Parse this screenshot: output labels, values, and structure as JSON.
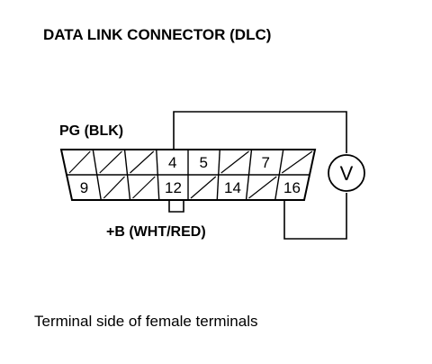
{
  "title": "DATA LINK CONNECTOR (DLC)",
  "labels": {
    "pg": "PG (BLK)",
    "plus_b": "+B (WHT/RED)",
    "caption": "Terminal side of female terminals"
  },
  "meter_symbol": "V",
  "pins": {
    "top_row": [
      "",
      "",
      "",
      "4",
      "5",
      "",
      "7",
      ""
    ],
    "bottom_row": [
      "9",
      "",
      "",
      "12",
      "",
      "14",
      "",
      "16"
    ]
  },
  "colors": {
    "line": "#000000",
    "background": "#ffffff"
  }
}
